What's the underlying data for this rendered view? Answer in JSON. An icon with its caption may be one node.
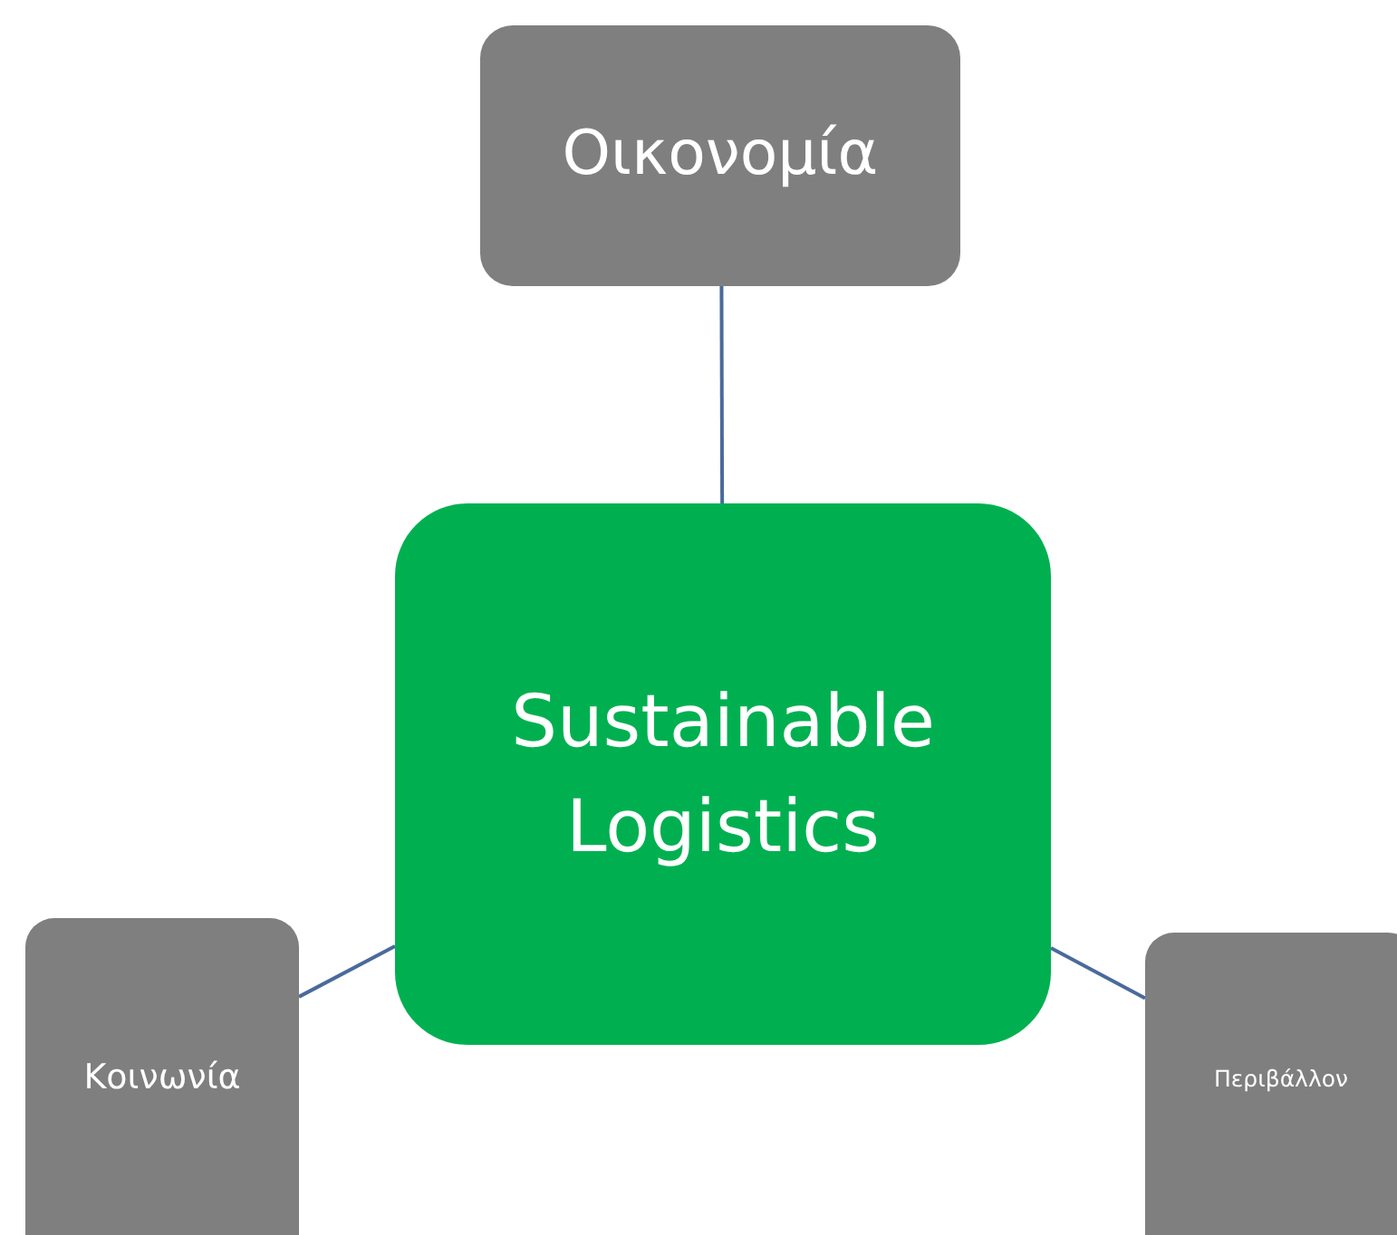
{
  "diagram": {
    "nodes": [
      {
        "text": [
          "Οικονομία"
        ]
      },
      {
        "text": [
          "Sustainable Logistics"
        ]
      },
      {
        "text": [
          "Κοινωνία"
        ]
      },
      {
        "text": [
          "Περιβάλλον"
        ]
      }
    ],
    "edges": [
      {
        "from": 0,
        "to": 1,
        "arrow": "none"
      },
      {
        "from": 2,
        "to": 1,
        "arrow": "none"
      },
      {
        "from": 3,
        "to": 1,
        "arrow": "none"
      }
    ]
  }
}
